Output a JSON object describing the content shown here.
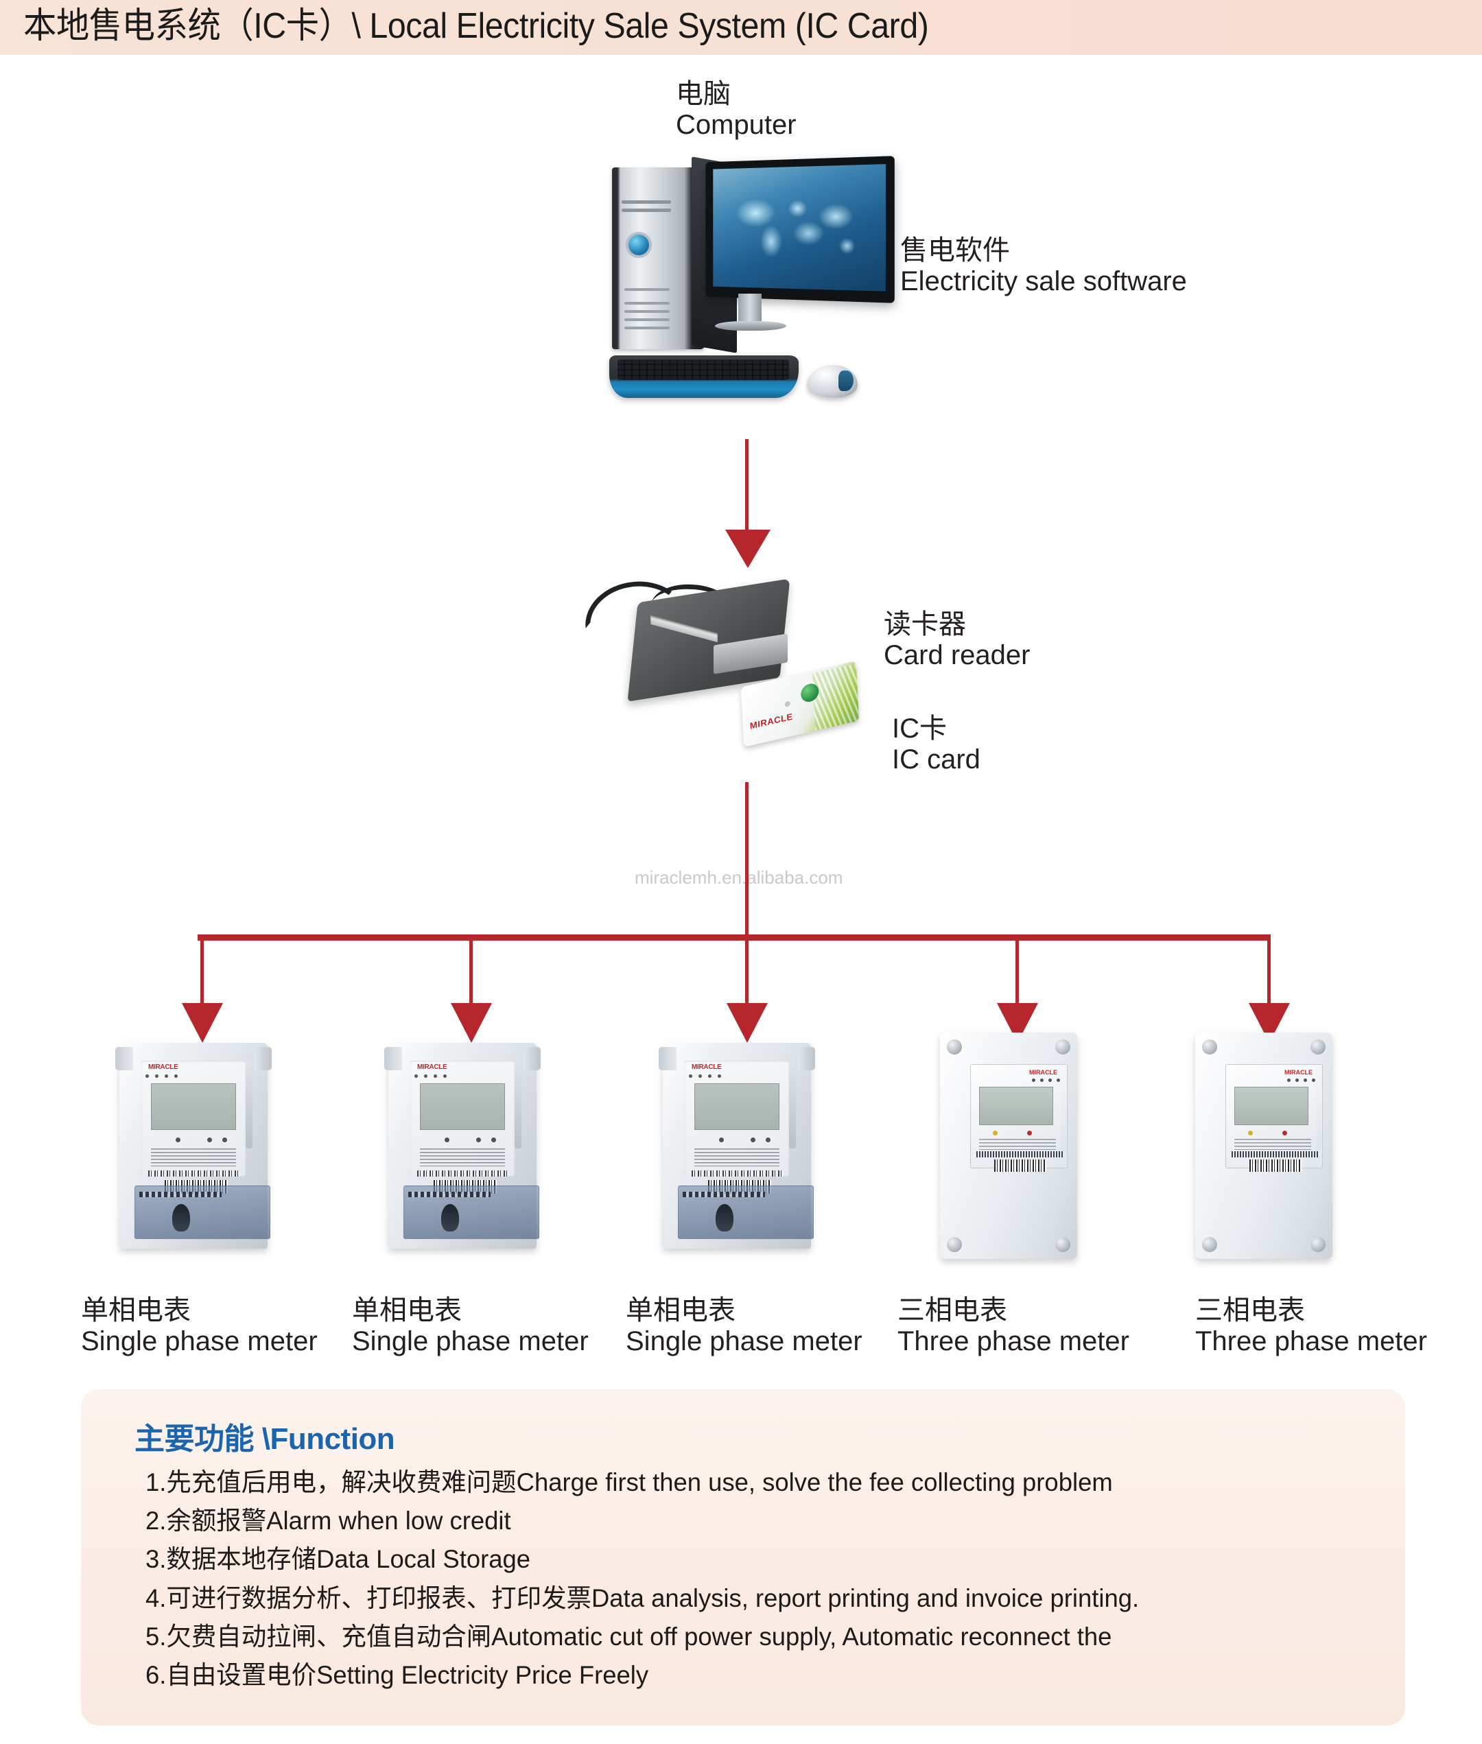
{
  "banner": {
    "title": "本地售电系统（IC卡）\\ Local Electricity Sale System (IC Card)"
  },
  "diagram": {
    "computer": {
      "cn": "电脑",
      "en": "Computer"
    },
    "software": {
      "cn": "售电软件",
      "en": "Electricity sale software"
    },
    "card_reader": {
      "cn": "读卡器",
      "en": "Card reader"
    },
    "ic_card": {
      "cn": "IC卡",
      "en": "IC card",
      "brand": "MIRACLE"
    },
    "watermark": "miraclemh.en.alibaba.com",
    "arrow_color": "#b5272d",
    "meters": [
      {
        "cn": "单相电表",
        "en": "Single phase meter",
        "type": "single"
      },
      {
        "cn": "单相电表",
        "en": "Single phase meter",
        "type": "single"
      },
      {
        "cn": "单相电表",
        "en": "Single phase meter",
        "type": "single"
      },
      {
        "cn": "三相电表",
        "en": "Three phase meter",
        "type": "three"
      },
      {
        "cn": "三相电表",
        "en": "Three phase meter",
        "type": "three"
      }
    ]
  },
  "function_panel": {
    "title": "主要功能 \\Function",
    "title_color": "#1a65ae",
    "background_color": "#fbeee7",
    "items": [
      "1.先充值后用电，解决收费难问题Charge first then use, solve the fee collecting problem",
      "2.余额报警Alarm when low credit",
      "3.数据本地存储Data Local Storage",
      "4.可进行数据分析、打印报表、打印发票Data analysis, report printing and invoice printing.",
      "5.欠费自动拉闸、充值自动合闸Automatic cut off power supply, Automatic reconnect the",
      "6.自由设置电价Setting Electricity Price Freely"
    ]
  }
}
